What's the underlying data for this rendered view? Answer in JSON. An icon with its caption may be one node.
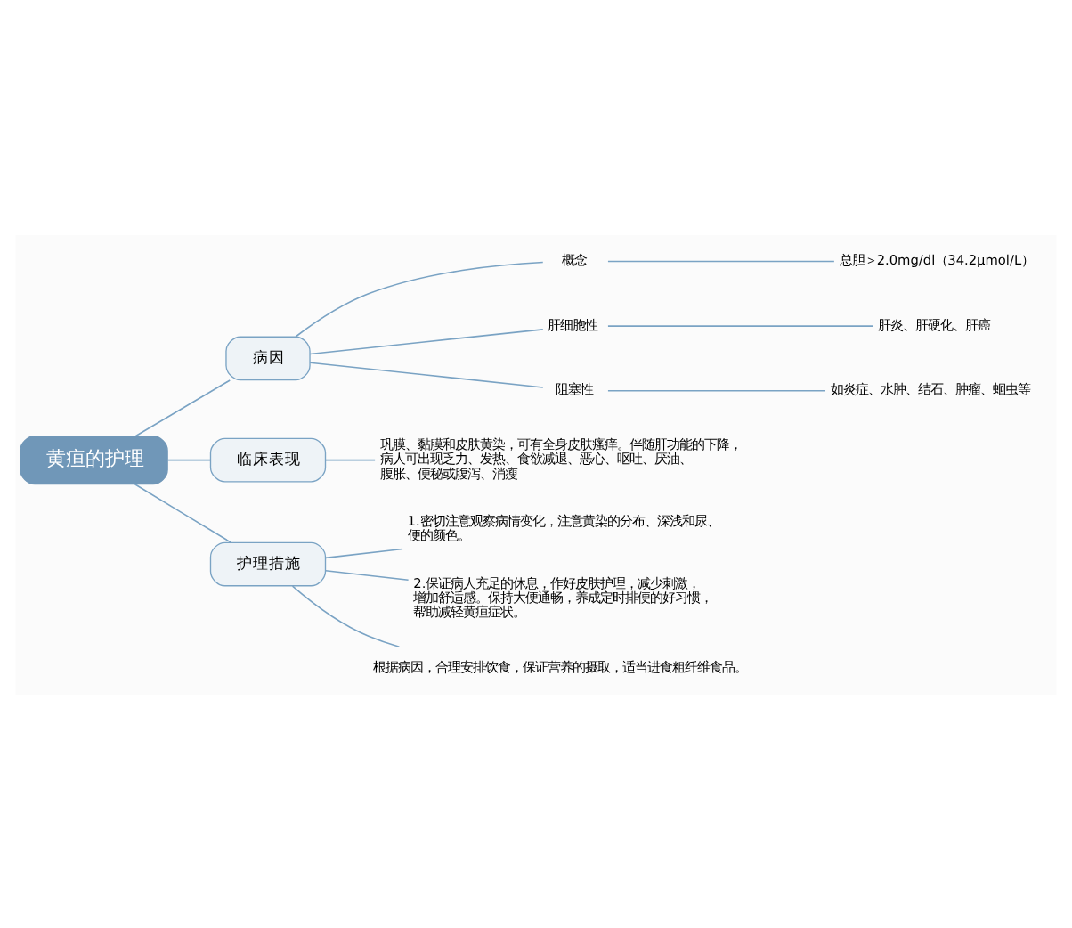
{
  "diagram": {
    "nodes": [
      {
        "text": [
          "黄疸的护理"
        ]
      },
      {
        "text": [
          "病因"
        ]
      },
      {
        "text": [
          "概念"
        ]
      },
      {
        "text": [
          "总胆＞2.0mg/dl（34.2μmol/L）"
        ]
      },
      {
        "text": [
          "肝细胞性"
        ]
      },
      {
        "text": [
          "肝炎、肝硬化、肝癌"
        ]
      },
      {
        "text": [
          "阻塞性"
        ]
      },
      {
        "text": [
          "如炎症、水肿、结石、肿瘤、蛔虫等"
        ]
      },
      {
        "text": [
          "临床表现"
        ]
      },
      {
        "text": [
          "巩膜、黏膜和皮肤黄染，可有全身皮肤瘙痒。伴随肝功能的下降，病人可出现乏力、发热、食欲减退、恶心、呕吐、厌油、腹胀、便秘或腹泻、消瘦"
        ]
      },
      {
        "text": [
          "护理措施"
        ]
      },
      {
        "text": [
          "1.密切注意观察病情变化，注意黄染的分布、深浅和尿、便的颜色。"
        ]
      },
      {
        "text": [
          "2.保证病人充足的休息，作好皮肤护理，减少刺激，增加舒适感。保持大便通畅，养成定时排便的好习惯，帮助减轻黄疸症状。"
        ]
      },
      {
        "text": [
          "根据病因，合理安排饮食，保证营养的摄取，适当进食粗纤维食品。"
        ]
      }
    ],
    "edges": [
      {
        "from": 0,
        "to": 1,
        "arrow": "none"
      },
      {
        "from": 1,
        "to": 2,
        "arrow": "none"
      },
      {
        "from": 2,
        "to": 3,
        "arrow": "none"
      },
      {
        "from": 1,
        "to": 4,
        "arrow": "none"
      },
      {
        "from": 4,
        "to": 5,
        "arrow": "none"
      },
      {
        "from": 1,
        "to": 6,
        "arrow": "none"
      },
      {
        "from": 6,
        "to": 7,
        "arrow": "none"
      },
      {
        "from": 0,
        "to": 8,
        "arrow": "none"
      },
      {
        "from": 8,
        "to": 9,
        "arrow": "none"
      },
      {
        "from": 0,
        "to": 10,
        "arrow": "none"
      },
      {
        "from": 10,
        "to": 11,
        "arrow": "none"
      },
      {
        "from": 10,
        "to": 12,
        "arrow": "none"
      },
      {
        "from": 10,
        "to": 13,
        "arrow": "none"
      }
    ]
  }
}
